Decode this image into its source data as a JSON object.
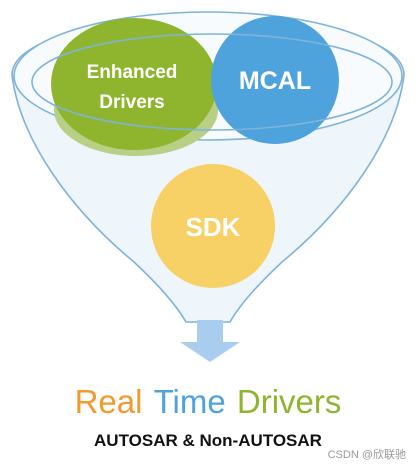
{
  "colors": {
    "funnel_stroke": "#7fb3da",
    "funnel_fill": "#eef5fb",
    "enhanced_drivers": "#8fb52f",
    "enhanced_shadow": "#b8cf86",
    "mcal": "#4fa3dc",
    "sdk": "#f7d066",
    "arrow": "#a9cdee",
    "word_real": "#f29a2e",
    "word_time": "#4fa3dc",
    "word_drivers": "#8fb52f"
  },
  "bubbles": {
    "enhanced_line1": "Enhanced",
    "enhanced_line2": "Drivers",
    "mcal": "MCAL",
    "sdk": "SDK"
  },
  "headline": {
    "word1": "Real",
    "word2": "Time",
    "word3": "Drivers"
  },
  "subtitle": "AUTOSAR & Non-AUTOSAR",
  "watermark": "CSDN @欣联驰"
}
